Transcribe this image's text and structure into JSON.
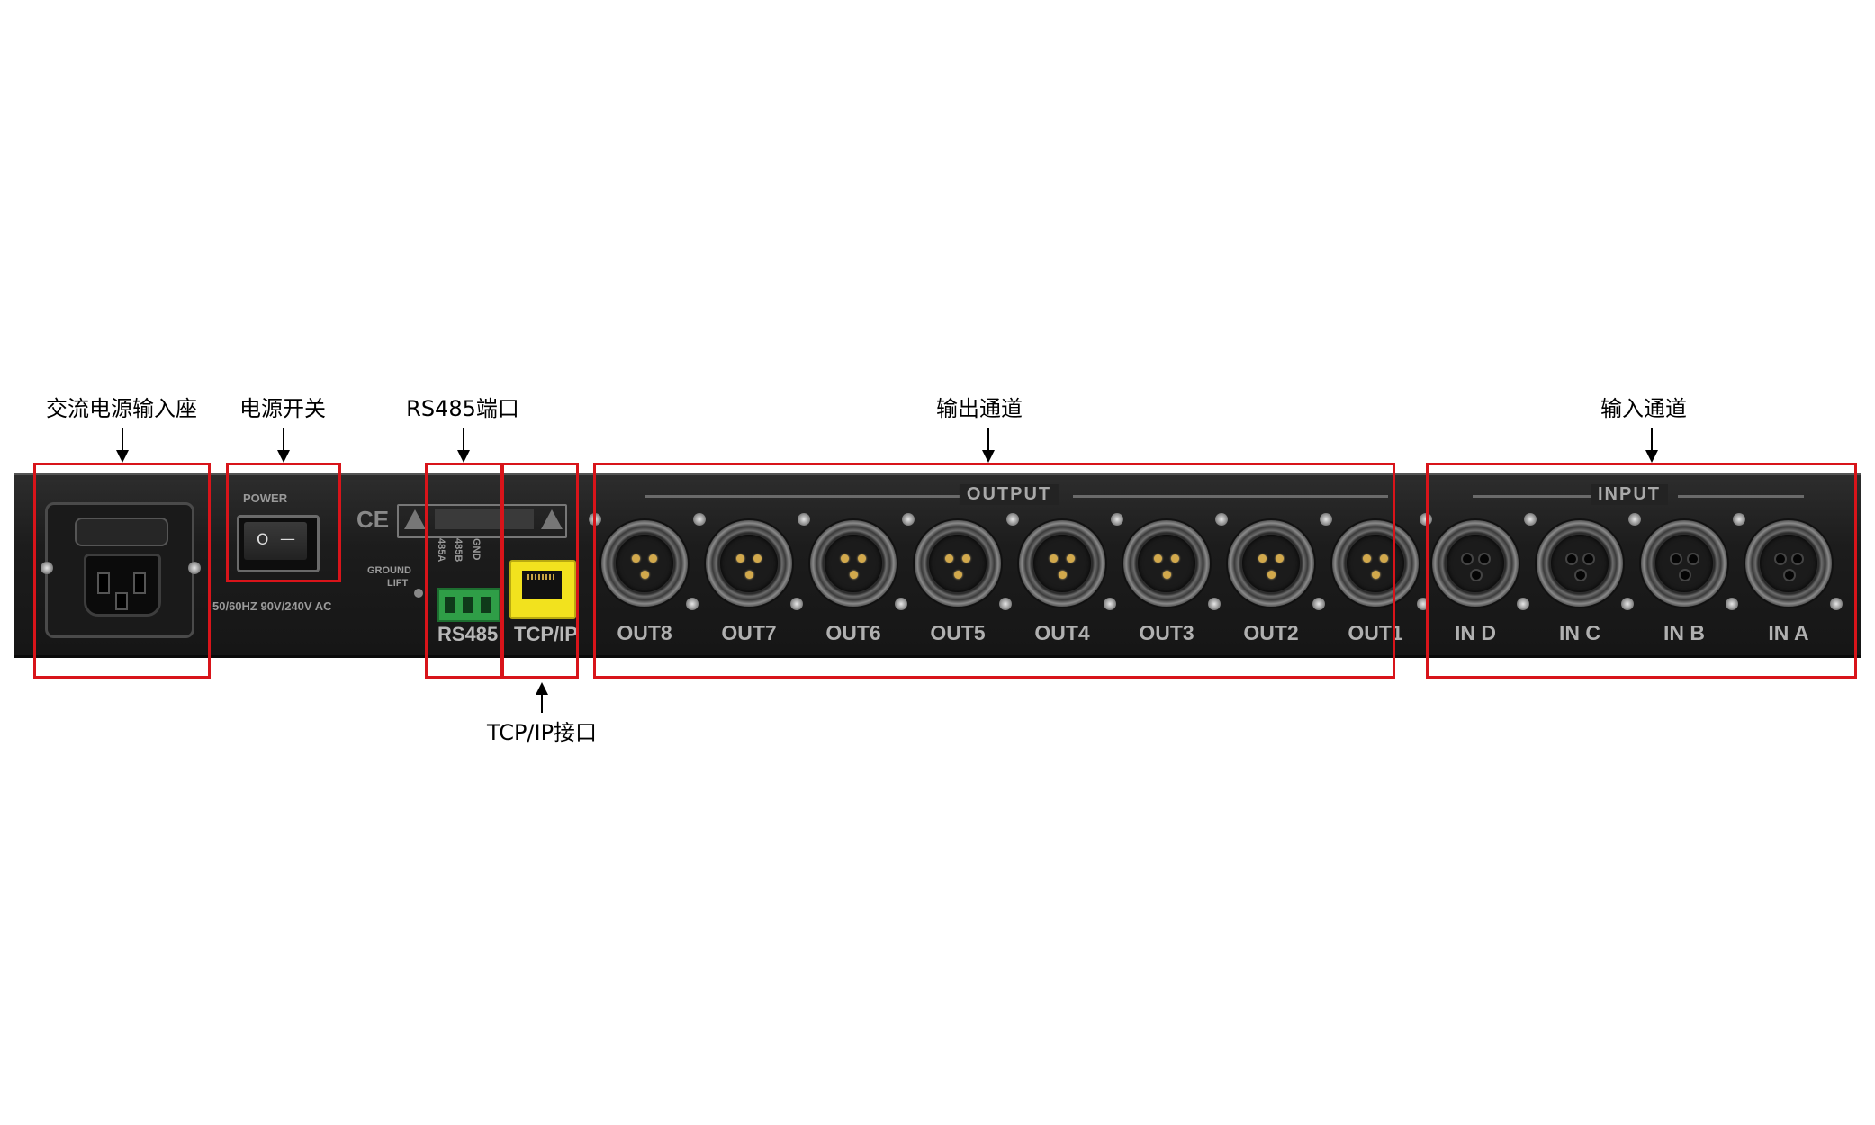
{
  "callouts": {
    "ac_power": "交流电源输入座",
    "power_switch": "电源开关",
    "rs485": "RS485端口",
    "output_channels": "输出通道",
    "input_channels": "输入通道",
    "tcpip": "TCP/IP接口"
  },
  "panel": {
    "power_label": "POWER",
    "switch_on": "O",
    "switch_off": "—",
    "rating": "50/60HZ  90V/240V  AC",
    "ce_mark": "CE",
    "ground_label": "GROUND",
    "lift_label": "LIFT",
    "rs485_pins": [
      "485A",
      "485B",
      "GND"
    ],
    "rs485_label": "RS485",
    "tcpip_label": "TCP/IP",
    "output_title": "OUTPUT",
    "input_title": "INPUT",
    "outputs": [
      "OUT8",
      "OUT7",
      "OUT6",
      "OUT5",
      "OUT4",
      "OUT3",
      "OUT2",
      "OUT1"
    ],
    "inputs": [
      "IN D",
      "IN C",
      "IN B",
      "IN A"
    ]
  },
  "colors": {
    "highlight_box": "#d8141a",
    "rs485_terminal": "#2f9e47",
    "tcpip_port": "#f2e21e"
  }
}
